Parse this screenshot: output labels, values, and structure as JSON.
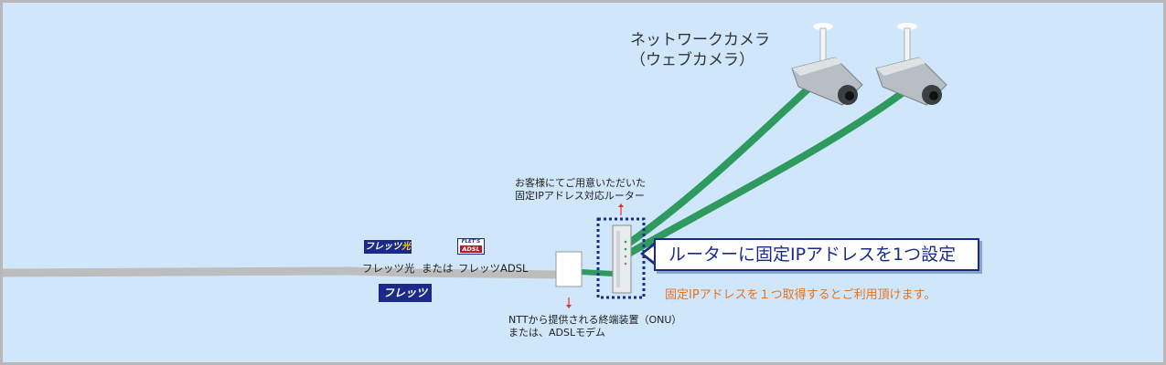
{
  "camera": {
    "label_line1": "ネットワークカメラ",
    "label_line2": "（ウェブカメラ）"
  },
  "router": {
    "label_line1": "お客様にてご用意いただいた",
    "label_line2": "固定IPアドレス対応ルーター"
  },
  "onu": {
    "label_line1": "NTTから提供される終端装置（ONU）",
    "label_line2": "または、ADSLモデム"
  },
  "service": {
    "hikari_logo_text": "フレッツ",
    "hikari_logo_accent": "光",
    "adsl_logo_top": "FLET'S",
    "adsl_logo_bottom": "ADSL",
    "flets_logo_text": "フレッツ",
    "hikari_caption": "フレッツ光",
    "or_word": "または",
    "adsl_caption": "フレッツADSL"
  },
  "callout": {
    "text": "ルーターに固定IPアドレスを1つ設定"
  },
  "note": {
    "text": "固定IPアドレスを１つ取得するとご利用頂けます。"
  },
  "colors": {
    "background": "#cfe6fb",
    "cable_green": "#2e9a5e",
    "line_gray": "#bdbdbd",
    "callout_navy": "#1a2a8c",
    "note_orange": "#e8731a",
    "arrow_red": "#e53030"
  }
}
